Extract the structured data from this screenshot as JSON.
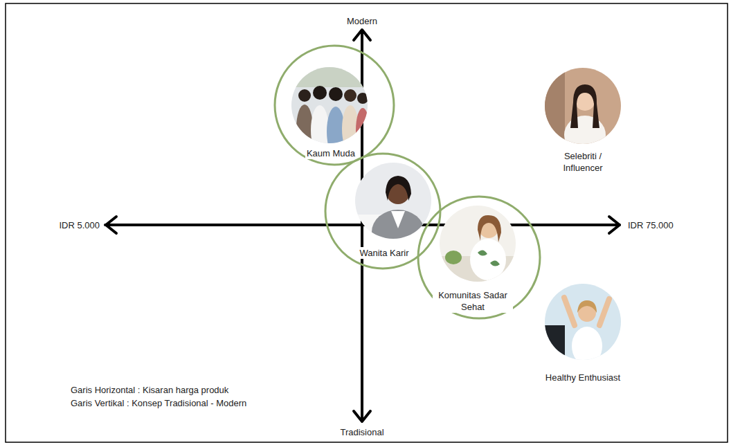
{
  "diagram": {
    "nodes": [
      {
        "text": [
          "Kaum Muda"
        ]
      },
      {
        "text": [
          "Wanita Karir"
        ]
      },
      {
        "text": [
          "Komunitas Sadar Sehat"
        ]
      },
      {
        "text": [
          "Selebriti / Influencer"
        ]
      },
      {
        "text": [
          "Healthy Enthusiast"
        ]
      }
    ],
    "labels": [
      "Modern",
      "IDR 5.000",
      "IDR 75.000",
      "Tradisional",
      "Garis Horizontal : Kisaran harga produk",
      "Garis Vertikal : Konsep Tradisional - Modern"
    ]
  }
}
